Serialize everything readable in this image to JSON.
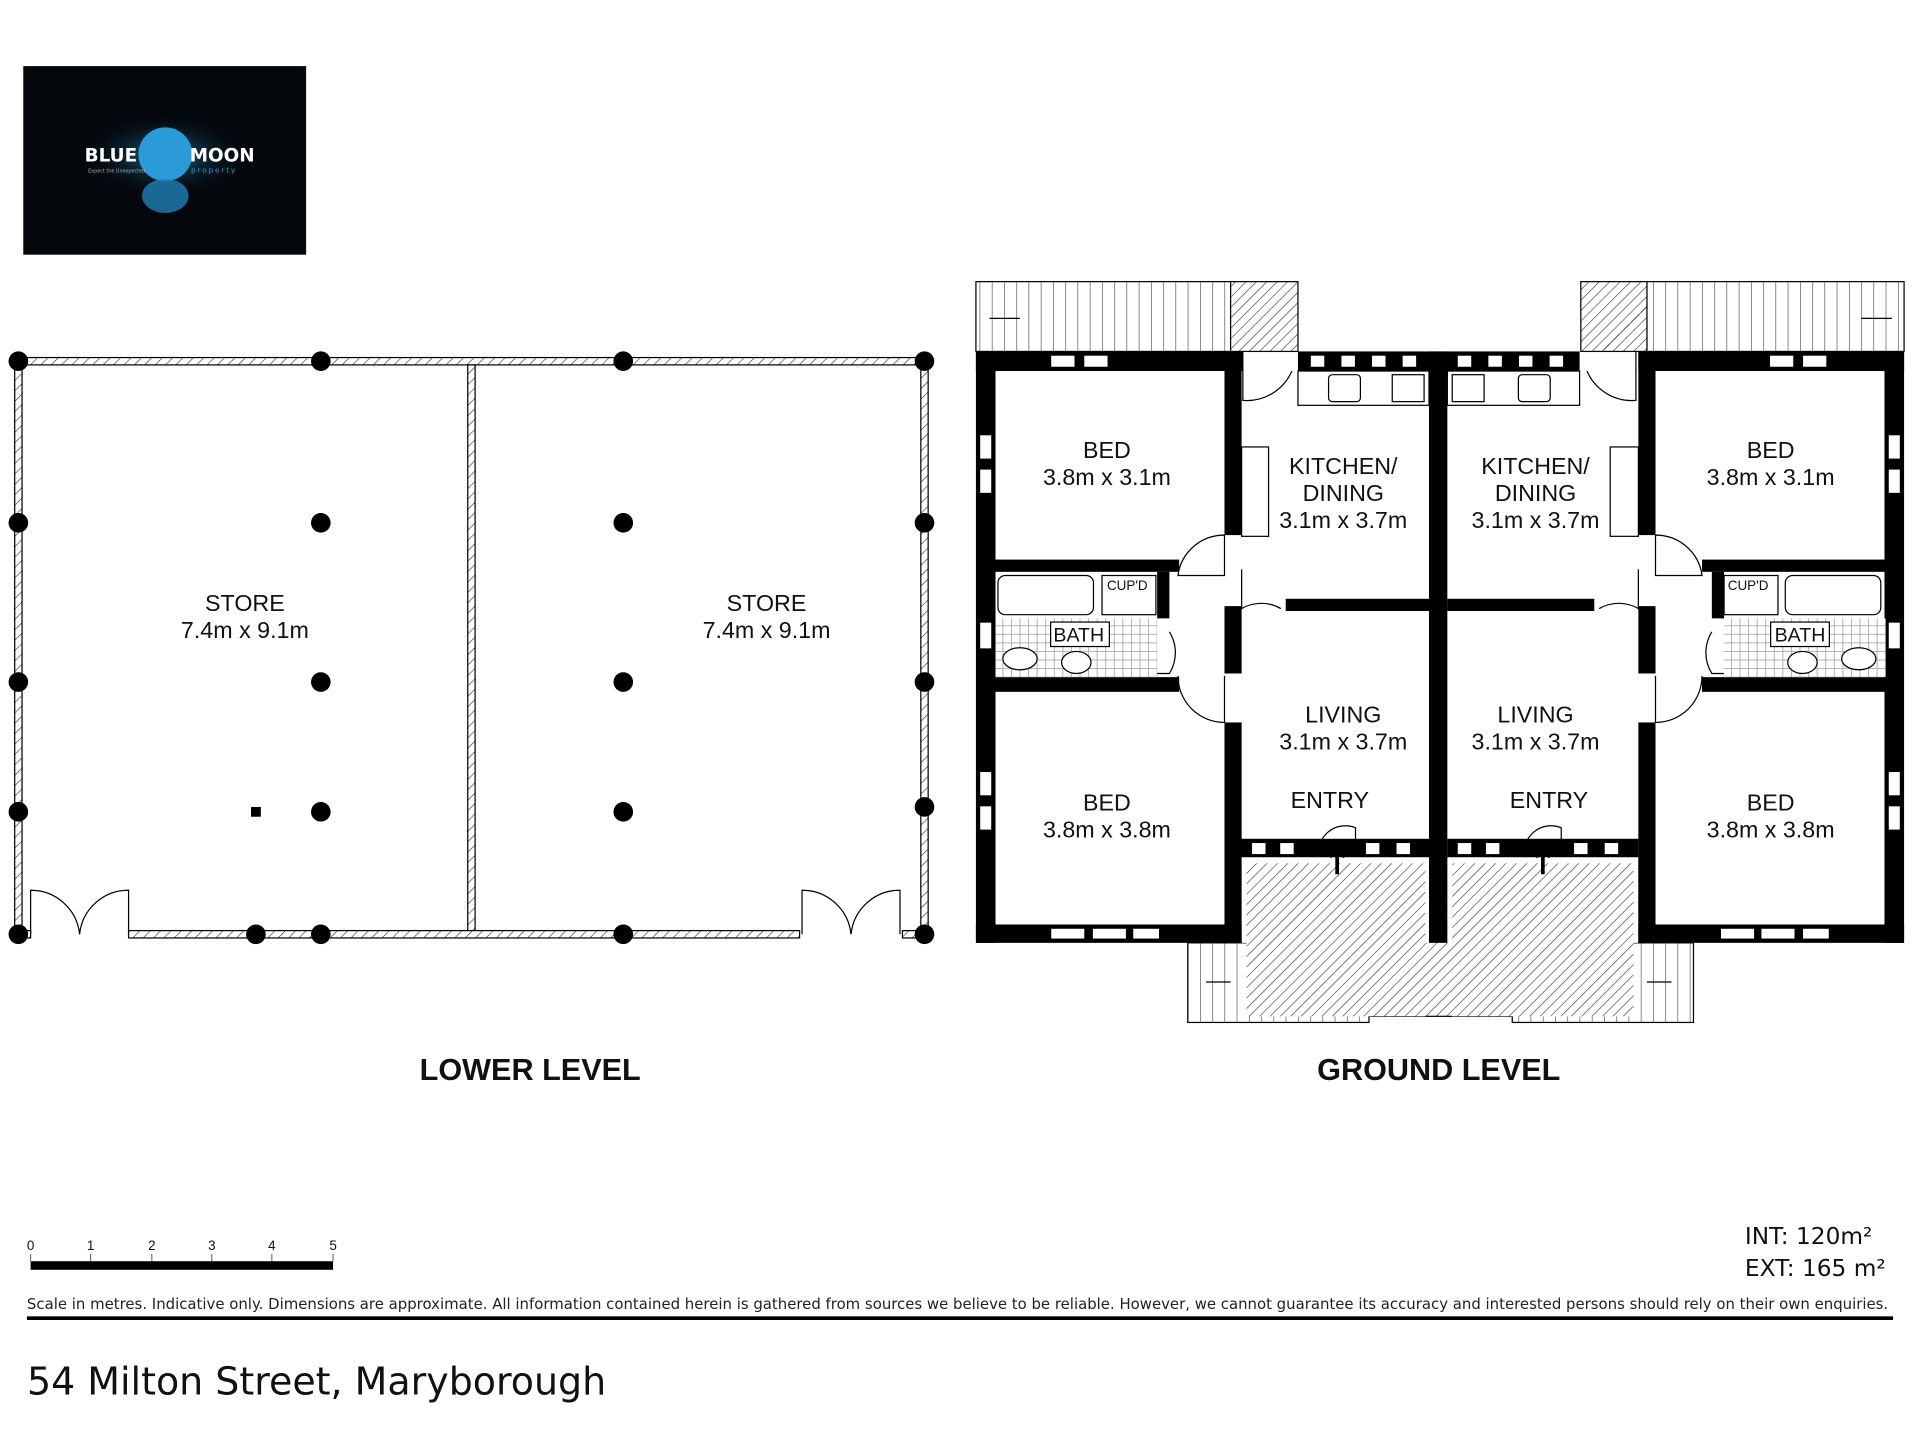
{
  "logo": {
    "brand_left": "BLUE",
    "brand_right": "MOON",
    "sub": "property",
    "tagline": "Expect the Unexpected"
  },
  "lower_level": {
    "title": "LOWER LEVEL",
    "rooms": [
      {
        "name": "STORE",
        "size": "7.4m x 9.1m"
      },
      {
        "name": "STORE",
        "size": "7.4m x 9.1m"
      }
    ]
  },
  "ground_level": {
    "title": "GROUND LEVEL",
    "rooms": [
      {
        "name": "BED",
        "size": "3.8m x 3.1m"
      },
      {
        "name": "KITCHEN/",
        "name2": "DINING",
        "size": "3.1m x 3.7m"
      },
      {
        "name": "KITCHEN/",
        "name2": "DINING",
        "size": "3.1m x 3.7m"
      },
      {
        "name": "BED",
        "size": "3.8m x 3.1m"
      },
      {
        "name": "BED",
        "size": "3.8m x 3.8m"
      },
      {
        "name": "LIVING",
        "size": "3.1m x 3.7m"
      },
      {
        "name": "LIVING",
        "size": "3.1m x 3.7m"
      },
      {
        "name": "BED",
        "size": "3.8m x 3.8m"
      }
    ],
    "bath": "BATH",
    "cupd": "CUP'D",
    "entry": "ENTRY"
  },
  "scale": {
    "ticks": [
      "0",
      "1",
      "2",
      "3",
      "4",
      "5"
    ],
    "unit": "metres"
  },
  "area": {
    "int": "INT: 120m²",
    "ext": "EXT: 165 m²"
  },
  "disclaimer": "Scale in metres. Indicative only. Dimensions are approximate. All information contained herein is gathered from sources we believe to be reliable. However, we cannot guarantee its accuracy and interested persons should rely on their own enquiries.",
  "address": "54 Milton Street, Maryborough",
  "colors": {
    "logo_bg": "#04080c",
    "moon": "#2a9ad8",
    "wall": "#000000"
  }
}
